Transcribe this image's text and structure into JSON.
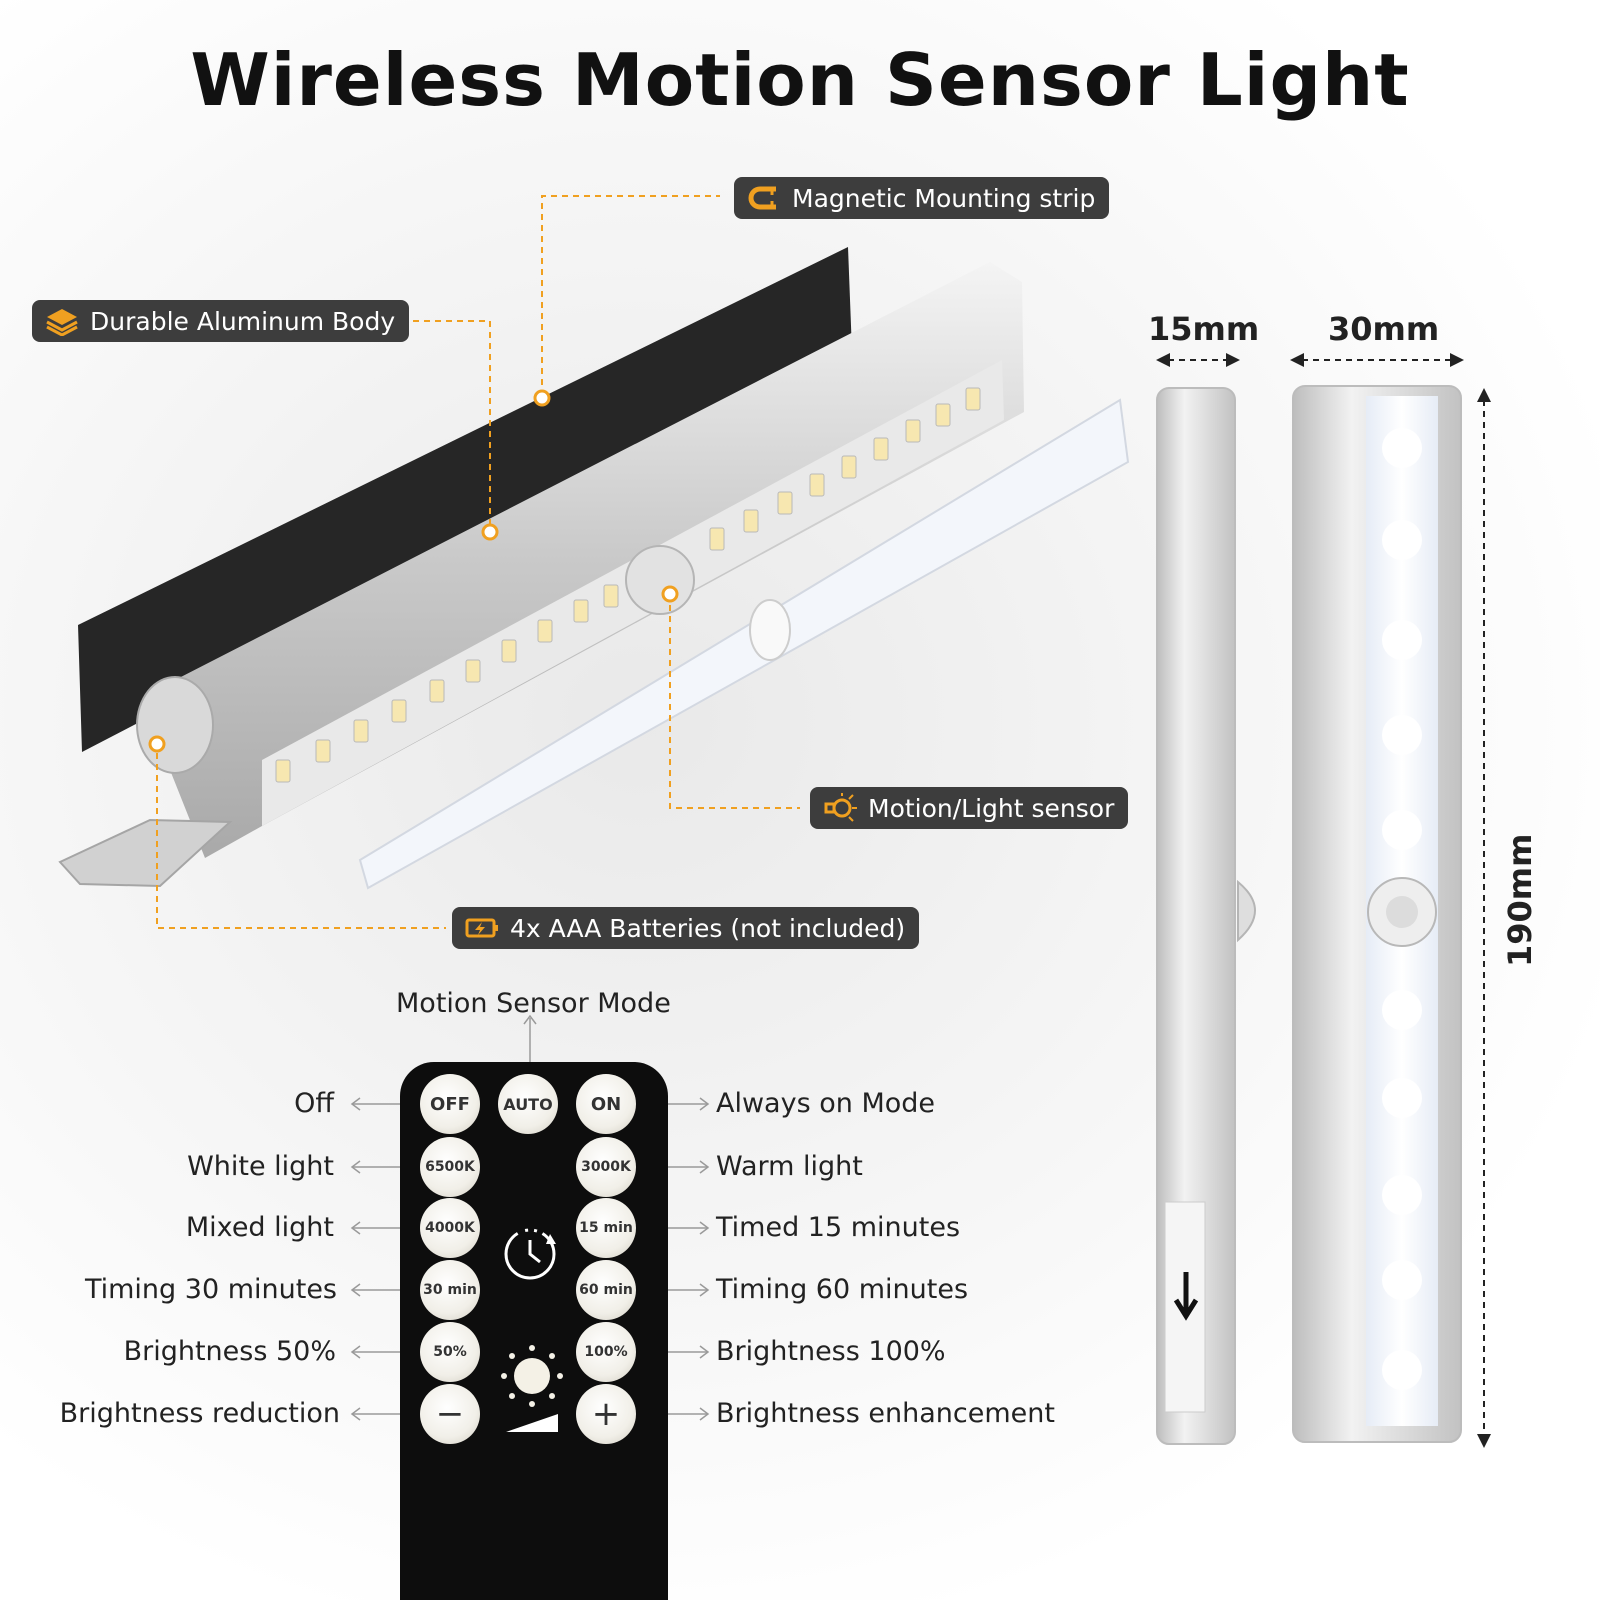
{
  "title": "Wireless Motion Sensor Light",
  "callouts": {
    "magnetic": "Magnetic Mounting strip",
    "aluminum": "Durable Aluminum Body",
    "sensor": "Motion/Light sensor",
    "batteries": "4x AAA Batteries (not included)"
  },
  "remote": {
    "mode_title": "Motion Sensor Mode",
    "buttons": {
      "off": "OFF",
      "auto": "AUTO",
      "on": "ON",
      "k6500": "6500K",
      "k3000": "3000K",
      "k4000": "4000K",
      "t15": "15 min",
      "t30": "30 min",
      "t60": "60 min",
      "b50": "50%",
      "b100": "100%",
      "minus": "−",
      "plus": "+"
    },
    "left_labels": {
      "off": "Off",
      "white": "White light",
      "mixed": "Mixed light",
      "t30": "Timing 30 minutes",
      "b50": "Brightness 50%",
      "reduce": "Brightness reduction"
    },
    "right_labels": {
      "on": "Always on Mode",
      "warm": "Warm light",
      "t15": "Timed 15 minutes",
      "t60": "Timing 60 minutes",
      "b100": "Brightness 100%",
      "enhance": "Brightness enhancement"
    }
  },
  "dimensions": {
    "depth": "15mm",
    "width": "30mm",
    "length": "190mm"
  },
  "colors": {
    "accent": "#f0a020",
    "callout_bg": "#3d3d3d",
    "remote_bg": "#0d0d0d"
  },
  "icons": [
    "magnet-icon",
    "layers-icon",
    "sensor-bulb-icon",
    "battery-icon",
    "clock-icon",
    "brightness-icon"
  ]
}
